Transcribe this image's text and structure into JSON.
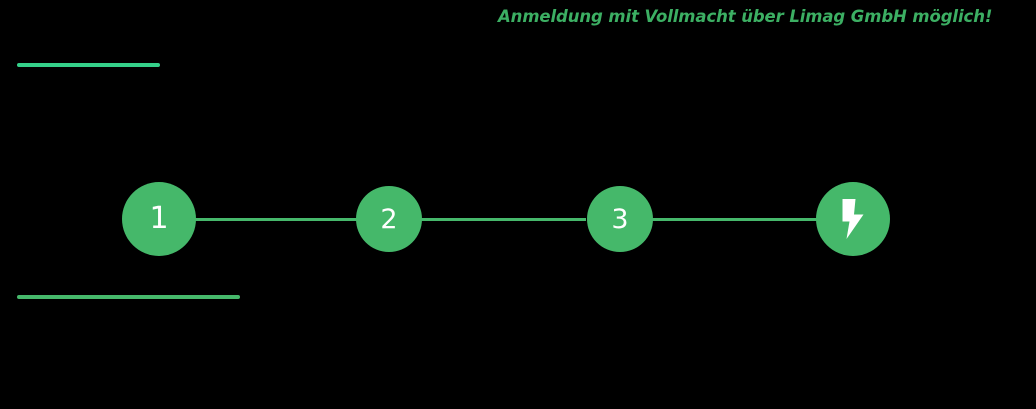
{
  "page": {
    "background_color": "#000000",
    "accent_color": "#45b86a",
    "accent_bright_color": "#35d18a",
    "text_color": "#3caf63"
  },
  "headline": {
    "text": "Anmeldung mit Vollmacht über Limag GmbH möglich!"
  },
  "rules": {
    "top": {
      "color": "#35d18a"
    },
    "bottom": {
      "color": "#46b86b"
    }
  },
  "stepper": {
    "steps": [
      {
        "label": "1",
        "icon": "",
        "name": "step-1"
      },
      {
        "label": "2",
        "icon": "",
        "name": "step-2"
      },
      {
        "label": "3",
        "icon": "",
        "name": "step-3"
      },
      {
        "label": "",
        "icon": "lightning-bolt-icon",
        "name": "step-4-complete"
      }
    ],
    "connector_color": "#46b86b",
    "node_color": "#45b86a",
    "node_text_color": "#ffffff"
  }
}
